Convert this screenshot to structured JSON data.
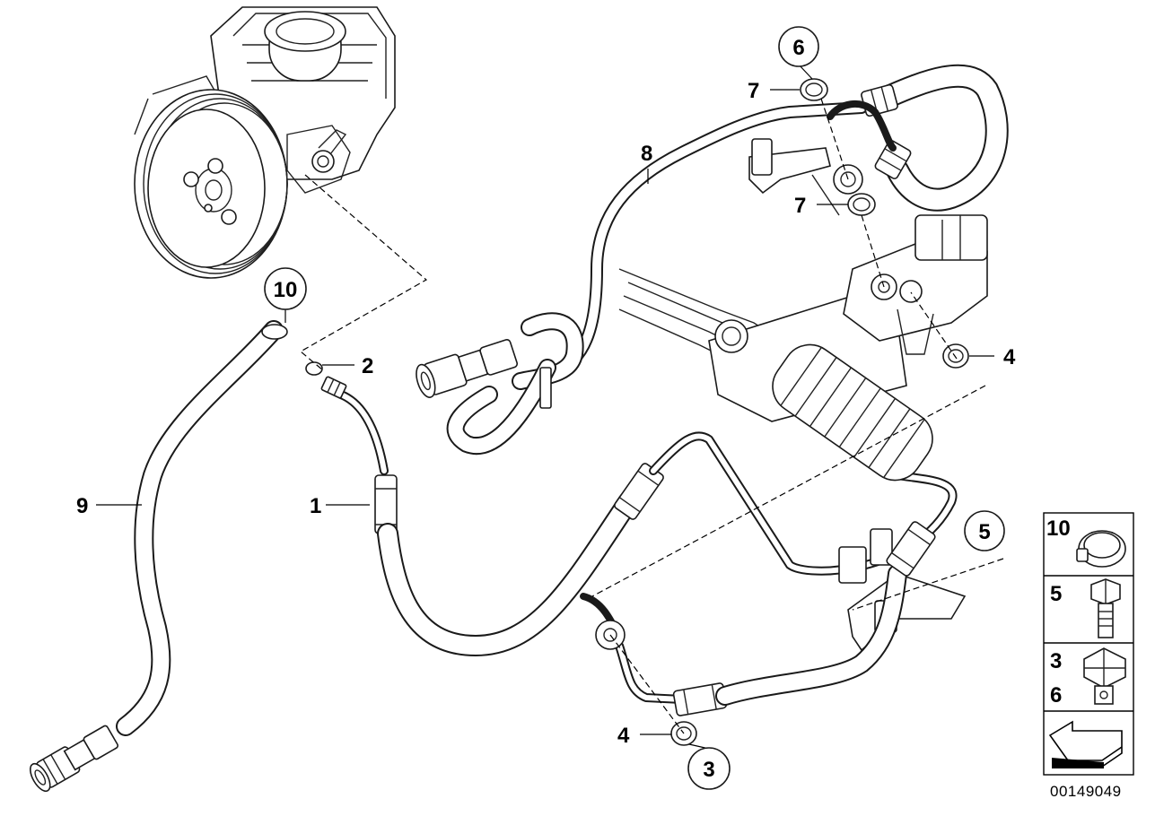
{
  "diagram": {
    "reference_number": "00149049",
    "callouts": [
      {
        "id": "callout-1",
        "label": "1"
      },
      {
        "id": "callout-2",
        "label": "2"
      },
      {
        "id": "callout-3",
        "label": "3"
      },
      {
        "id": "callout-4-lower",
        "label": "4"
      },
      {
        "id": "callout-4-upper",
        "label": "4"
      },
      {
        "id": "callout-5",
        "label": "5"
      },
      {
        "id": "callout-6",
        "label": "6"
      },
      {
        "id": "callout-7-upper",
        "label": "7"
      },
      {
        "id": "callout-7-lower",
        "label": "7"
      },
      {
        "id": "callout-8",
        "label": "8"
      },
      {
        "id": "callout-9",
        "label": "9"
      },
      {
        "id": "callout-10",
        "label": "10"
      }
    ],
    "legend": [
      {
        "label": "10"
      },
      {
        "label": "5"
      },
      {
        "label": "3"
      },
      {
        "label": "6"
      }
    ]
  }
}
